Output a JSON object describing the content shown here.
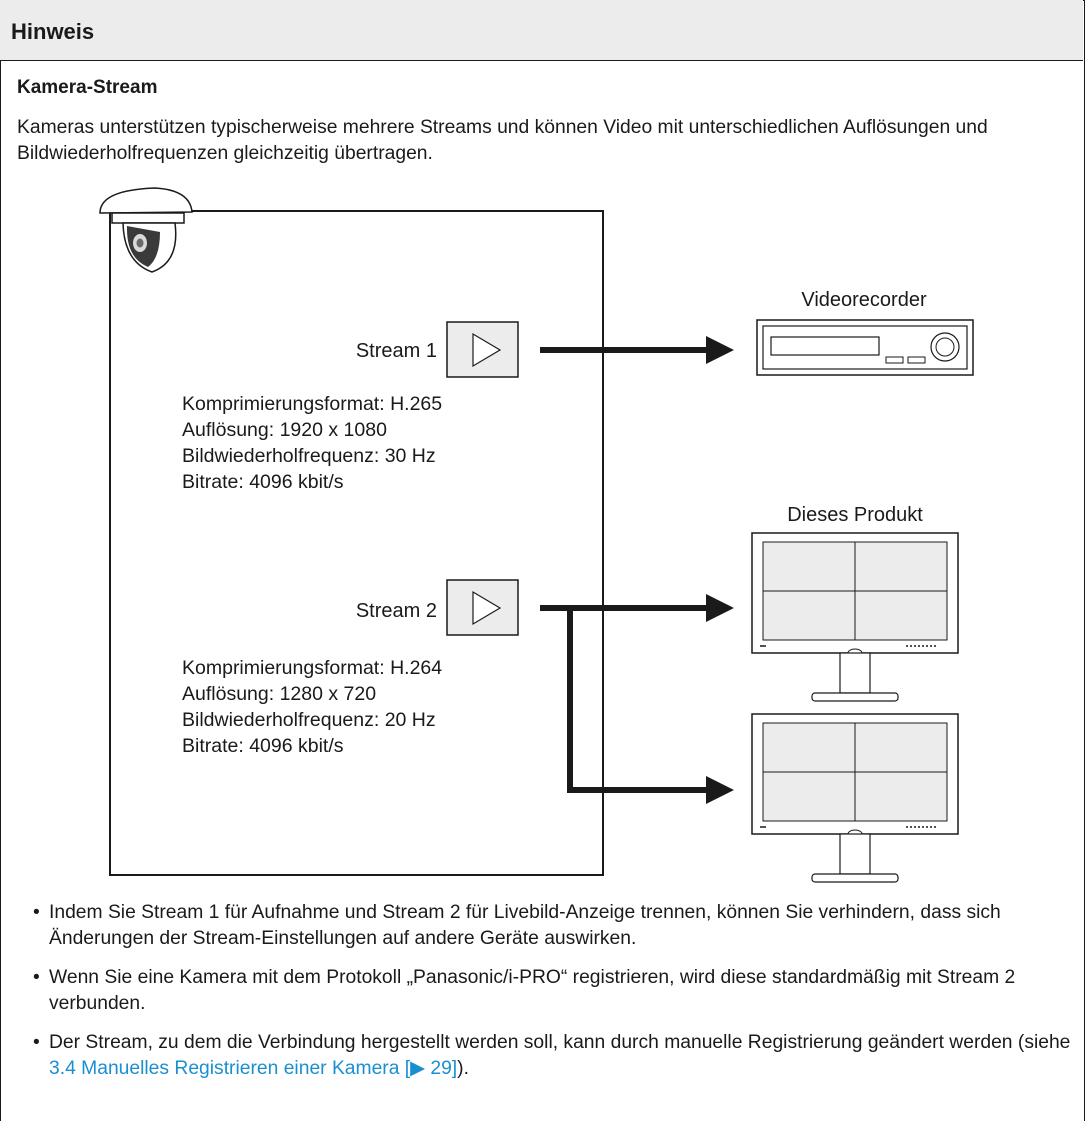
{
  "header": {
    "title": "Hinweis"
  },
  "section": {
    "title": "Kamera-Stream",
    "intro": "Kameras unterstützen typischerweise mehrere Streams und können Video mit unterschiedlichen Auflösungen und Bildwiederholfrequenzen gleichzeitig übertragen."
  },
  "diagram": {
    "icons": [
      "dome-camera-icon",
      "play-icon",
      "video-recorder-icon",
      "monitor-icon"
    ],
    "recorder_label": "Videorecorder",
    "product_label": "Dieses Produkt",
    "stream1": {
      "label": "Stream 1",
      "format": "Komprimierungsformat: H.265",
      "resolution": "Auflösung: 1920 x 1080",
      "framerate": "Bildwiederholfrequenz: 30 Hz",
      "bitrate": "Bitrate: 4096 kbit/s"
    },
    "stream2": {
      "label": "Stream 2",
      "format": "Komprimierungsformat: H.264",
      "resolution": "Auflösung: 1280 x 720",
      "framerate": "Bildwiederholfrequenz: 20 Hz",
      "bitrate": "Bitrate: 4096 kbit/s"
    }
  },
  "bullets": [
    {
      "text": "Indem Sie Stream 1 für Aufnahme und Stream 2 für Livebild-Anzeige trennen, können Sie verhindern, dass sich Änderungen der Stream-Einstellungen auf andere Geräte auswirken."
    },
    {
      "text": "Wenn Sie eine Kamera mit dem Protokoll „Panasonic/i-PRO“ registrieren, wird diese standardmäßig mit Stream 2 verbunden."
    },
    {
      "text_before": "Der Stream, zu dem die Verbindung hergestellt werden soll, kann durch manuelle Registrierung geändert werden (siehe ",
      "link": "3.4 Manuelles Registrieren einer Kamera [▶ 29]",
      "text_after": ")."
    }
  ]
}
